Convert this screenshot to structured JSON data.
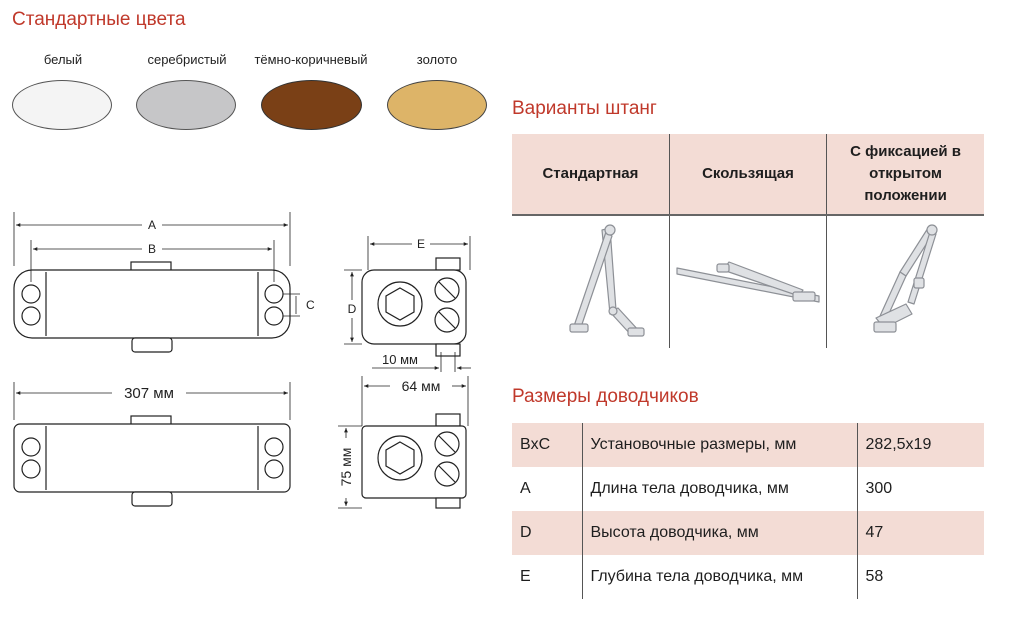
{
  "colors_section": {
    "title": "Стандартные цвета",
    "swatches": [
      {
        "label": "белый",
        "color": "#f4f4f4"
      },
      {
        "label": "серебристый",
        "color": "#c6c6c8"
      },
      {
        "label": "тёмно-коричневый",
        "color": "#7a4016"
      },
      {
        "label": "золото",
        "color": "#ddb468"
      }
    ]
  },
  "drawing": {
    "label_a": "A",
    "label_b": "B",
    "label_c": "C",
    "label_d": "D",
    "label_e": "E",
    "dim_307": "307 мм",
    "dim_10": "10 мм",
    "dim_64": "64 мм",
    "dim_75": "75 мм"
  },
  "rods_section": {
    "title": "Варианты штанг",
    "headers": [
      "Стандартная",
      "Скользящая",
      "С фиксацией в открытом положении"
    ]
  },
  "sizes_section": {
    "title": "Размеры доводчиков",
    "rows": [
      {
        "code": "BxC",
        "desc": "Установочные размеры, мм",
        "value": "282,5x19"
      },
      {
        "code": "A",
        "desc": "Длина тела доводчика, мм",
        "value": "300"
      },
      {
        "code": "D",
        "desc": "Высота доводчика, мм",
        "value": "47"
      },
      {
        "code": "E",
        "desc": "Глубина тела доводчика, мм",
        "value": "58"
      }
    ]
  }
}
